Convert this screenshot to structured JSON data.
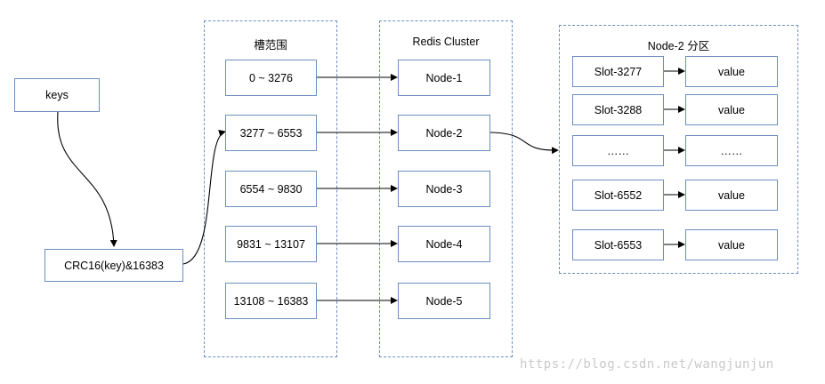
{
  "keys_label": "keys",
  "hash_label": "CRC16(key)&16383",
  "slot_range_group": {
    "title": "槽范围",
    "items": [
      "0 ~ 3276",
      "3277 ~ 6553",
      "6554 ~ 9830",
      "9831 ~ 13107",
      "13108 ~ 16383"
    ]
  },
  "cluster_group": {
    "title": "Redis Cluster",
    "items": [
      "Node-1",
      "Node-2",
      "Node-3",
      "Node-4",
      "Node-5"
    ]
  },
  "node2_group": {
    "title": "Node-2  分区",
    "rows": [
      {
        "slot": "Slot-3277",
        "value": "value"
      },
      {
        "slot": "Slot-3288",
        "value": "value"
      },
      {
        "slot": "……",
        "value": "……"
      },
      {
        "slot": "Slot-6552",
        "value": "value"
      },
      {
        "slot": "Slot-6553",
        "value": "value"
      }
    ]
  },
  "watermark": "https://blog.csdn.net/wangjunjun"
}
